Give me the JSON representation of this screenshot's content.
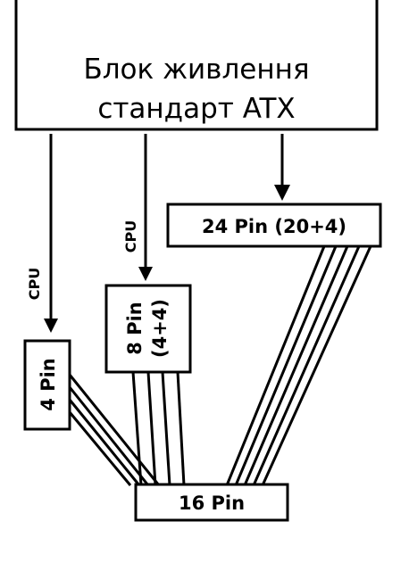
{
  "psu": {
    "line1": "Блок живлення",
    "line2": "стандарт ATX"
  },
  "connectors": {
    "atx24": "24 Pin (20+4)",
    "cpu8_line1": "8 Pin",
    "cpu8_line2": "(4+4)",
    "cpu4": "4 Pin",
    "out16": "16 Pin"
  },
  "cable_labels": {
    "cpu_left": "CPU",
    "cpu_mid": "CPU"
  }
}
